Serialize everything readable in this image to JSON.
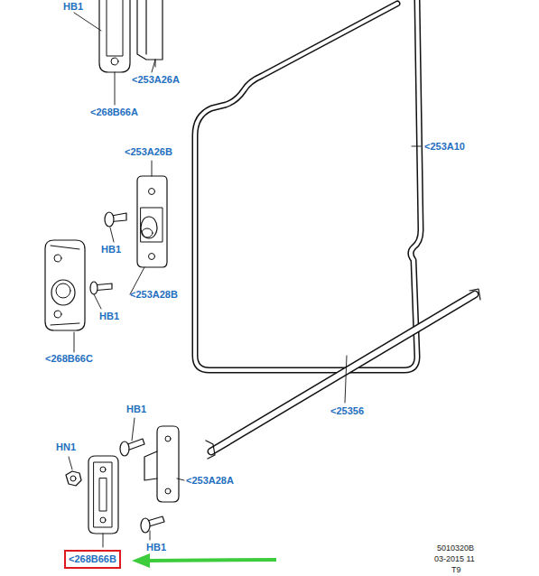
{
  "diagram": {
    "nodes": [
      {
        "text": [
          "<268B66B"
        ]
      }
    ],
    "labels": [
      "HB1",
      "<253A26A",
      "<268B66A",
      "<253A26B",
      "<253A10",
      "HB1",
      "<253A28B",
      "HB1",
      "<268B66C",
      "<25356",
      "HB1",
      "HN1",
      "<253A28A",
      "HB1",
      "5010320B",
      "03-2015 11",
      "T9"
    ]
  }
}
